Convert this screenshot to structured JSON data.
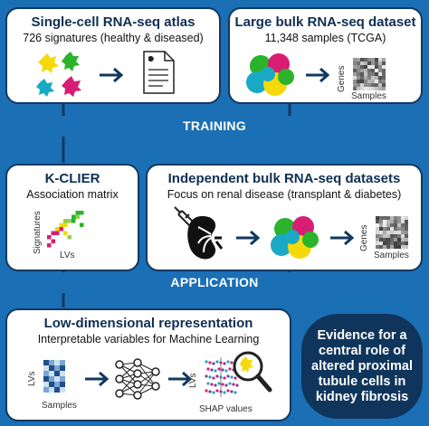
{
  "panels": {
    "atlas": {
      "title": "Single-cell RNA-seq atlas",
      "subtitle": "726 signatures (healthy & diseased)"
    },
    "bulk": {
      "title": "Large bulk RNA-seq dataset",
      "subtitle": "11,348 samples (TCGA)",
      "genes_label": "Genes",
      "samples_label": "Samples"
    },
    "kclier": {
      "title": "K-CLIER",
      "subtitle": "Association matrix",
      "signatures_label": "Signatures",
      "lvs_label": "LVs"
    },
    "independent": {
      "title": "Independent bulk RNA-seq datasets",
      "subtitle": "Focus on renal disease (transplant & diabetes)",
      "genes_label": "Genes",
      "samples_label": "Samples"
    },
    "lowdim": {
      "title": "Low-dimensional representation",
      "subtitle": "Interpretable variables for Machine Learning",
      "lvs_label": "LVs",
      "samples_label": "Samples",
      "shap_axis_label": "LVs",
      "shap_label": "SHAP values"
    }
  },
  "bands": {
    "training": "TRAINING",
    "application": "APPLICATION"
  },
  "evidence": {
    "text": "Evidence for a central role of altered proximal tubule cells in kidney fibrosis"
  },
  "colors": {
    "background": "#1b6fb5",
    "dark_navy": "#10355c",
    "arrow": "#13385f"
  }
}
